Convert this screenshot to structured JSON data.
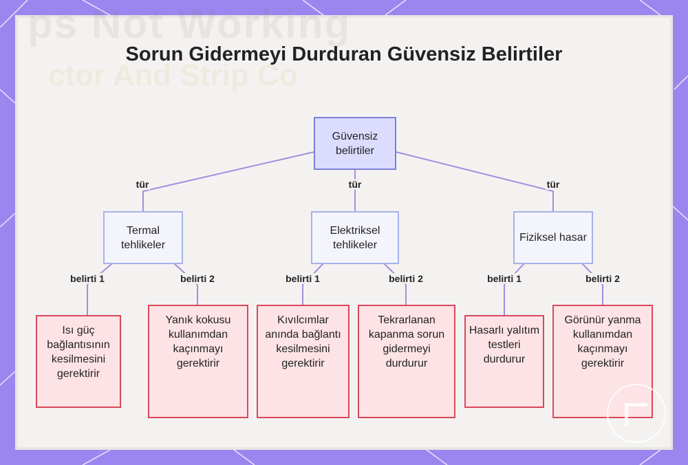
{
  "title": "Sorun Gidermeyi Durduran Güvensiz Belirtiler",
  "nodes": {
    "root": "Güvensiz belirtiler",
    "thermal": "Termal tehlikeler",
    "electrical": "Elektriksel tehlikeler",
    "physical": "Fiziksel hasar",
    "t1": "Isı güç bağlantısının kesilmesini gerektirir",
    "t2": "Yanık kokusu kullanımdan kaçınmayı gerektirir",
    "e1": "Kıvılcımlar anında bağlantı kesilmesini gerektirir",
    "e2": "Tekrarlanan kapanma sorun gidermeyi durdurur",
    "p1": "Hasarlı yalıtım testleri durdurur",
    "p2": "Görünür yanma kullanımdan kaçınmayı gerektirir"
  },
  "edge_labels": {
    "type": "tür",
    "symptom1": "belirti 1",
    "symptom2": "belirti 2"
  },
  "colors": {
    "background": "#9b86f0",
    "root_fill": "#dcdcff",
    "category_fill": "#f4f5fc",
    "leaf_fill": "#fde3e6",
    "leaf_border": "#d9475a",
    "edge": "#a38ddf"
  }
}
